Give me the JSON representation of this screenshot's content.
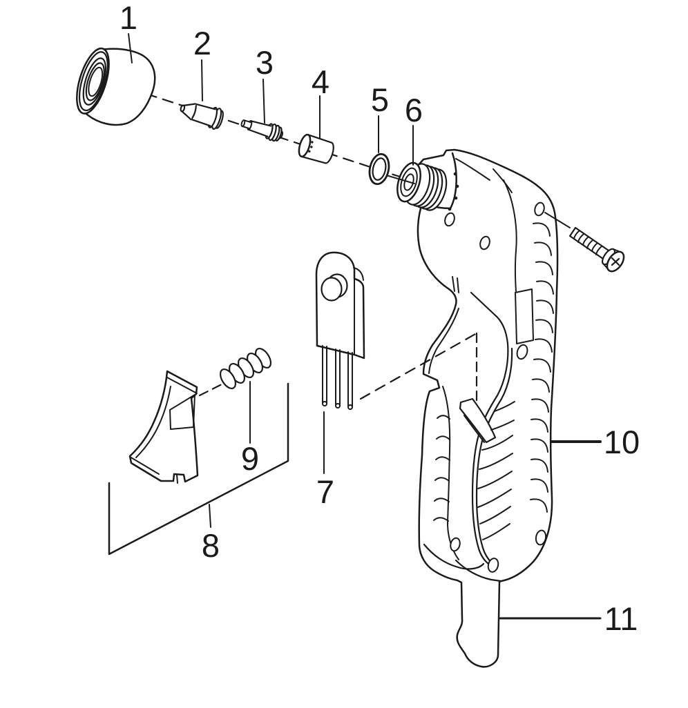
{
  "figure": {
    "colors": {
      "line": "#1a1a1a",
      "background": "#ffffff"
    },
    "callouts": [
      {
        "id": "1",
        "label": "1"
      },
      {
        "id": "2",
        "label": "2"
      },
      {
        "id": "3",
        "label": "3"
      },
      {
        "id": "4",
        "label": "4"
      },
      {
        "id": "5",
        "label": "5"
      },
      {
        "id": "6",
        "label": "6"
      },
      {
        "id": "7",
        "label": "7"
      },
      {
        "id": "8",
        "label": "8"
      },
      {
        "id": "9",
        "label": "9"
      },
      {
        "id": "10",
        "label": "10"
      },
      {
        "id": "11",
        "label": "11"
      }
    ]
  }
}
